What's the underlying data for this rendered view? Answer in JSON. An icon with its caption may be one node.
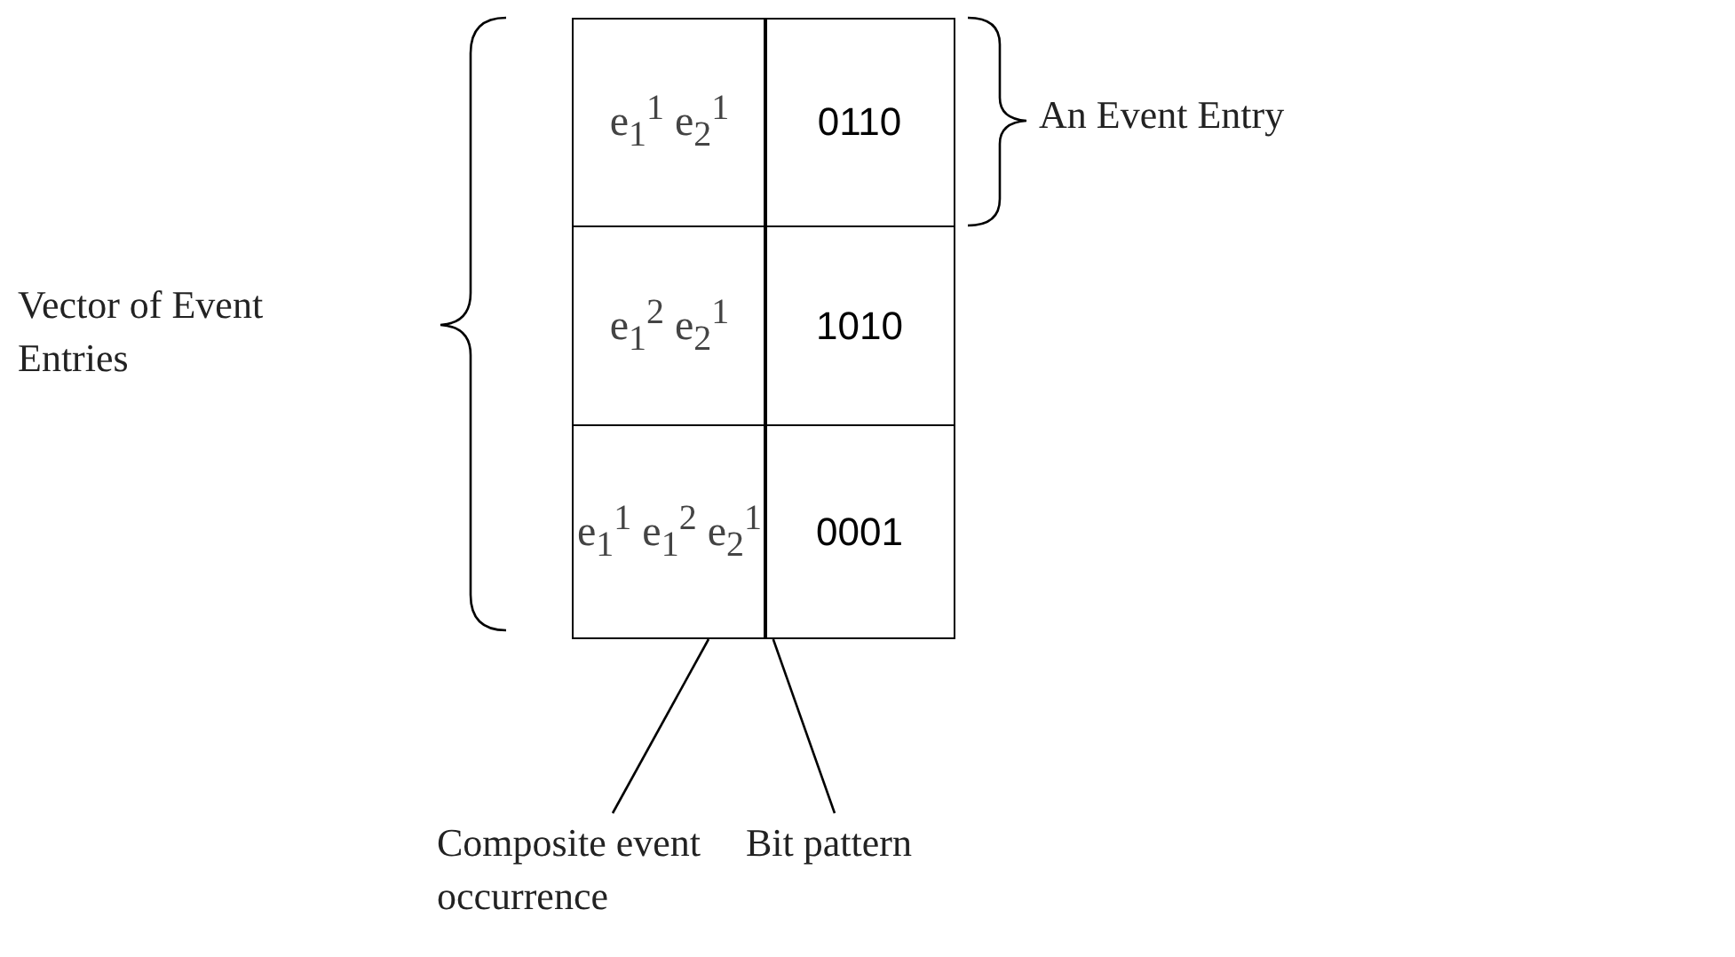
{
  "diagram": {
    "nodes": [
      {
        "text": [
          "e$_{1}$$^{1}$ e$_{2}$$^{1}$"
        ]
      },
      {
        "text": [
          "0110"
        ]
      },
      {
        "text": [
          "e$_{1}$$^{2}$ e$_{2}$$^{1}$"
        ]
      },
      {
        "text": [
          "1010"
        ]
      },
      {
        "text": [
          "e$_{1}$$^{1}$ e$_{1}$$^{2}$ e$_{2}$$^{1}$"
        ]
      },
      {
        "text": [
          "0001"
        ]
      },
      {
        "text": [
          "Composite event occurrence"
        ]
      },
      {
        "text": [
          "Bit pattern"
        ]
      }
    ],
    "edges": [
      {
        "from": 6,
        "to": 4,
        "arrow": "none"
      },
      {
        "from": 7,
        "to": 5,
        "arrow": "none"
      }
    ],
    "labels": [
      "An Event Entry",
      "Vector of Event Entries"
    ]
  }
}
